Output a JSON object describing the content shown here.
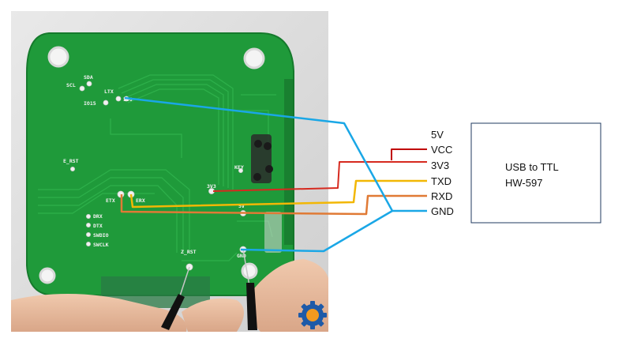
{
  "board": {
    "silkscreen": {
      "scl": "SCL",
      "sda": "SDA",
      "io15": "IO15",
      "ltx": "LTX",
      "io0": "IO0",
      "e_rst": "E_RST",
      "key": "KEY",
      "v3v3": "3V3",
      "etx": "ETX",
      "erx": "ERX",
      "v5": "5V",
      "drx": "DRX",
      "dtx": "DTX",
      "swdio": "SWDIO",
      "swclk": "SWCLK",
      "z_rst": "Z_RST",
      "gnd": "GND"
    }
  },
  "connector": {
    "pins": [
      "5V",
      "VCC",
      "3V3",
      "TXD",
      "RXD",
      "GND"
    ]
  },
  "module": {
    "line1": "USB to TTL",
    "line2": "HW-597"
  },
  "colors": {
    "pcb": "#1f9a3a",
    "wire_gnd": "#1aa7e6",
    "wire_3v3": "#d62a1f",
    "wire_txd": "#f2b705",
    "wire_rxd": "#e07a35",
    "wire_vcc": "#c00000"
  }
}
